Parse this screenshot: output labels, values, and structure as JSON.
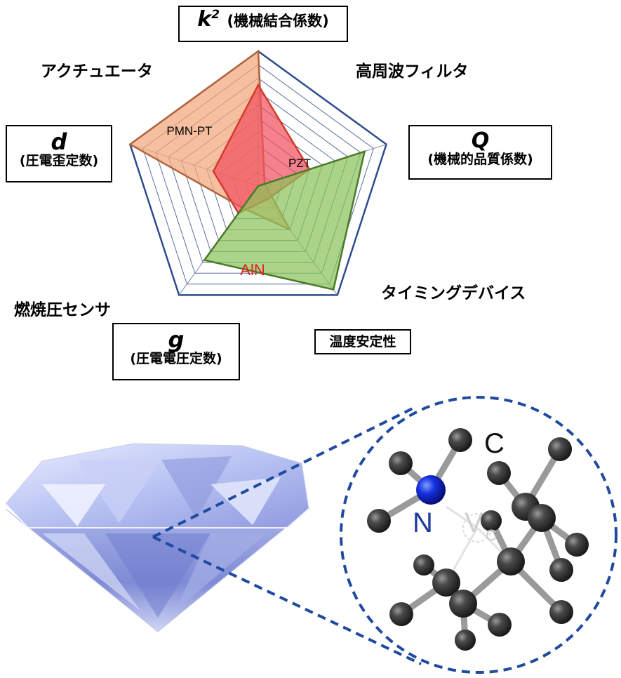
{
  "axes": [
    {
      "symbol": "k",
      "superscript": "2",
      "name": "(機械結合係数)"
    },
    {
      "symbol": "Q",
      "name": "(機械的品質係数)"
    },
    {
      "name": "温度安定性"
    },
    {
      "symbol": "g",
      "name": "(圧電電圧定数)"
    },
    {
      "symbol": "d",
      "name": "(圧電歪定数)"
    }
  ],
  "applications": {
    "actuator": "アクチュエータ",
    "hf_filter": "高周波フィルタ",
    "timing": "タイミングデバイス",
    "combustion": "燃焼圧センサ"
  },
  "materials": [
    {
      "name": "PMN-PT",
      "color": "#f3a77c",
      "stroke": "#b2653a",
      "values": [
        1.0,
        0.05,
        0.4,
        0.2,
        1.0
      ]
    },
    {
      "name": "PZT",
      "color": "#f05060",
      "stroke": "#d43a2a",
      "values": [
        0.75,
        0.4,
        0.12,
        0.25,
        0.35
      ]
    },
    {
      "name": "AlN",
      "color": "#8cc45a",
      "stroke": "#4a7a2a",
      "values": [
        0.0,
        0.83,
        0.95,
        0.68,
        0.0
      ]
    }
  ],
  "molecule": {
    "carbon_label": "C",
    "nitrogen_label": "N",
    "vacancy_label": "V",
    "vacancy_subscript": "C"
  },
  "colors": {
    "radar_outline": "#2d4c8e",
    "dashed_circle": "#1f4aa0",
    "nitrogen": "#1020d0",
    "carbon": "#3a3a3a"
  }
}
